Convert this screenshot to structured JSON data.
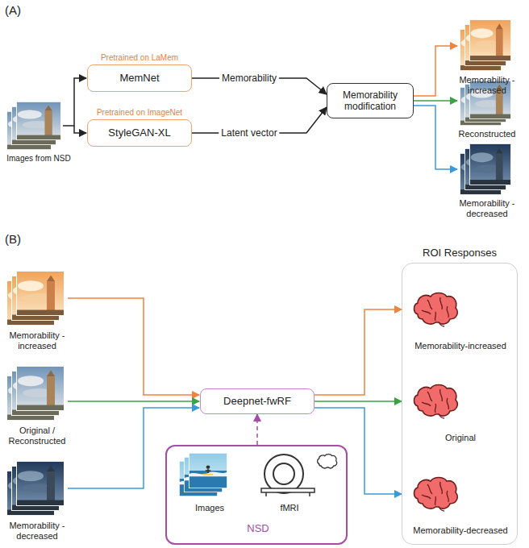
{
  "diagram": {
    "nodes": [
      {
        "text": [
          "Pretrained on LaMem",
          "MemNet"
        ]
      },
      {
        "text": [
          "Pretrained on ImageNet",
          "StyleGAN-XL"
        ]
      },
      {
        "text": [
          "Memorability modification"
        ]
      },
      {
        "text": [
          "Deepnet-fwRF"
        ]
      },
      {
        "text": [
          "Images",
          "fMRI",
          "NSD"
        ]
      },
      {
        "text": [
          "ROI Responses",
          "Memorability-increased",
          "Original",
          "Memorability-decreased"
        ]
      }
    ],
    "edges": [
      {
        "from": 0,
        "to": 2,
        "label": "Memorability",
        "arrow": "to"
      },
      {
        "from": 1,
        "to": 2,
        "label": "Latent vector",
        "arrow": "to"
      },
      {
        "from": 4,
        "to": 3,
        "arrow": "to"
      },
      {
        "from": 3,
        "to": 5,
        "arrow": "to"
      },
      {
        "from": 3,
        "to": 5,
        "arrow": "to"
      },
      {
        "from": 3,
        "to": 5,
        "arrow": "to"
      }
    ],
    "labels": [
      "(A)",
      "Images from NSD",
      "Memorability -increased",
      "Reconstructed",
      "Memorability -decreased",
      "(B)",
      "Memorability -increased",
      "Original / Reconstructed",
      "Memorability -decreased"
    ]
  }
}
